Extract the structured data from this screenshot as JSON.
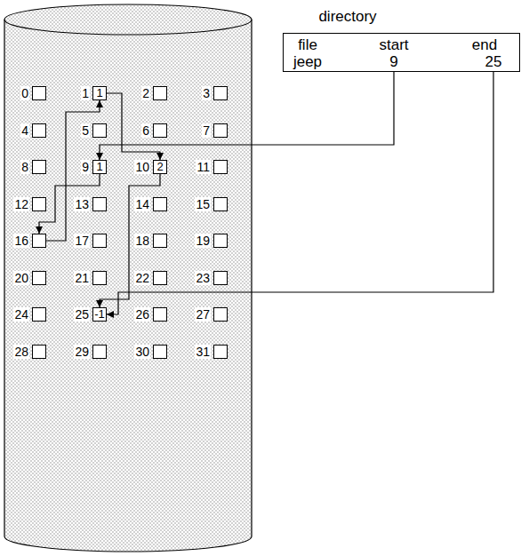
{
  "diagram": {
    "nodes": [
      {
        "text": [
          "0"
        ]
      },
      {
        "text": [
          "1",
          "1"
        ]
      },
      {
        "text": [
          "2"
        ]
      },
      {
        "text": [
          "3"
        ]
      },
      {
        "text": [
          "4"
        ]
      },
      {
        "text": [
          "5"
        ]
      },
      {
        "text": [
          "6"
        ]
      },
      {
        "text": [
          "7"
        ]
      },
      {
        "text": [
          "8"
        ]
      },
      {
        "text": [
          "9",
          "1"
        ]
      },
      {
        "text": [
          "10",
          "2"
        ]
      },
      {
        "text": [
          "11"
        ]
      },
      {
        "text": [
          "12"
        ]
      },
      {
        "text": [
          "13"
        ]
      },
      {
        "text": [
          "14"
        ]
      },
      {
        "text": [
          "15"
        ]
      },
      {
        "text": [
          "16"
        ]
      },
      {
        "text": [
          "17"
        ]
      },
      {
        "text": [
          "18"
        ]
      },
      {
        "text": [
          "19"
        ]
      },
      {
        "text": [
          "20"
        ]
      },
      {
        "text": [
          "21"
        ]
      },
      {
        "text": [
          "22"
        ]
      },
      {
        "text": [
          "23"
        ]
      },
      {
        "text": [
          "24"
        ]
      },
      {
        "text": [
          "25",
          "-1"
        ]
      },
      {
        "text": [
          "26"
        ]
      },
      {
        "text": [
          "27"
        ]
      },
      {
        "text": [
          "28"
        ]
      },
      {
        "text": [
          "29"
        ]
      },
      {
        "text": [
          "30"
        ]
      },
      {
        "text": [
          "31"
        ]
      },
      {
        "text": [
          "directory",
          "file",
          "start",
          "end",
          "jeep",
          "9",
          "25"
        ]
      }
    ],
    "edges": [
      {
        "from": 32,
        "to": 9,
        "arrow": "to"
      },
      {
        "from": 9,
        "to": 16,
        "arrow": "to"
      },
      {
        "from": 16,
        "to": 1,
        "arrow": "to"
      },
      {
        "from": 1,
        "to": 10,
        "arrow": "to"
      },
      {
        "from": 10,
        "to": 25,
        "arrow": "to"
      },
      {
        "from": 32,
        "to": 25,
        "arrow": "to"
      }
    ]
  }
}
